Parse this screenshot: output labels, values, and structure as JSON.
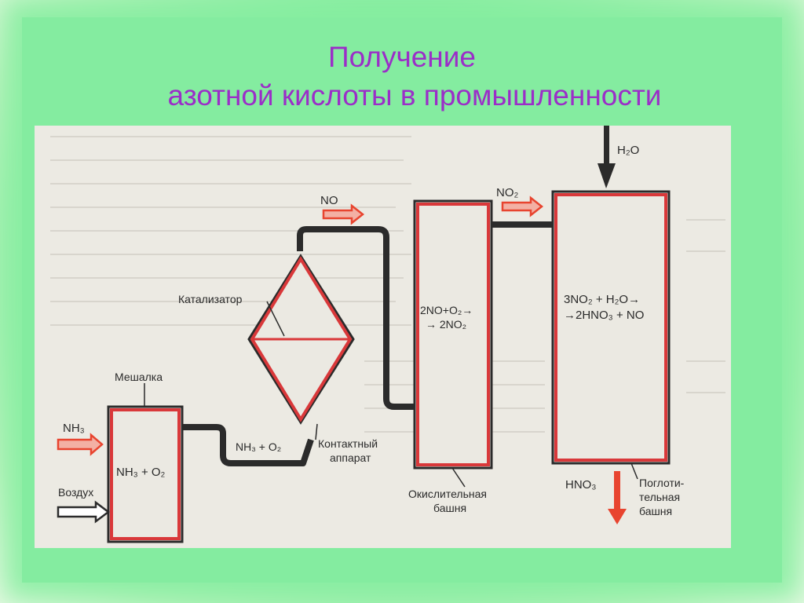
{
  "slide": {
    "title_line1": "Получение",
    "title_line2": "азотной  кислоты в промышленности"
  },
  "diagram": {
    "mixer_label": "Мешалка",
    "mixer_formula": "NH₃ + O₂",
    "nh3_input": "NH₃",
    "air_input": "Воздух",
    "pipe_label": "NH₃ + O₂",
    "catalyst_label": "Катализатор",
    "contact_label_1": "Контактный",
    "contact_label_2": "аппарат",
    "no_label": "NO",
    "oxidation_formula_1": "2NO+O₂→",
    "oxidation_formula_2": "→ 2NO₂",
    "oxidation_label_1": "Окислительная",
    "oxidation_label_2": "башня",
    "no2_label": "NO₂",
    "h2o_label": "H₂O",
    "absorption_formula_1": "3NO₂ + H₂O→",
    "absorption_formula_2": "→2HNO₃ + NO",
    "hno3_label": "HNO₃",
    "absorption_label_1": "Поглоти-",
    "absorption_label_2": "тельная",
    "absorption_label_3": "башня",
    "colors": {
      "tank_border": "#d9383a",
      "pipe": "#2b2b2b",
      "arrow_red": "#e8442f",
      "title": "#9b2ec8"
    }
  }
}
